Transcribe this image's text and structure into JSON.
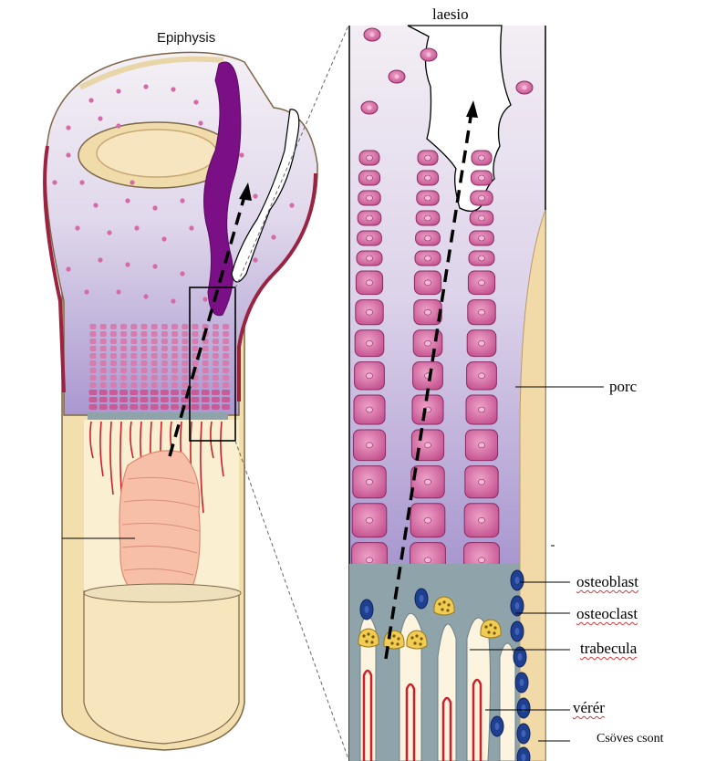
{
  "labels": {
    "epiphysis": "Epiphysis",
    "laesio": "laesio",
    "porc": "porc",
    "osteoblast": "osteoblast",
    "osteoclast": "osteoclast",
    "trabecula": "trabecula",
    "verer": "vérér",
    "csoves_csont": "Csöves csont"
  },
  "colors": {
    "cartilage_top": "#f1edf3",
    "cartilage_bottom": "#b9a9d6",
    "cell_fill": "#d9649f",
    "cell_nucleus": "#f5b8d6",
    "bone": "#f3deae",
    "bone_edge": "#b99a6a",
    "periosteum": "#9b2240",
    "lesion_purple": "#7b0f85",
    "blood_vessel": "#cc1f2a",
    "osteoblast": "#1f3f8f",
    "osteoclast": "#f0cc55",
    "trabecula": "#8fa3ab",
    "marrow": "#fdf4e0",
    "muscle": "#f7bfa8"
  }
}
